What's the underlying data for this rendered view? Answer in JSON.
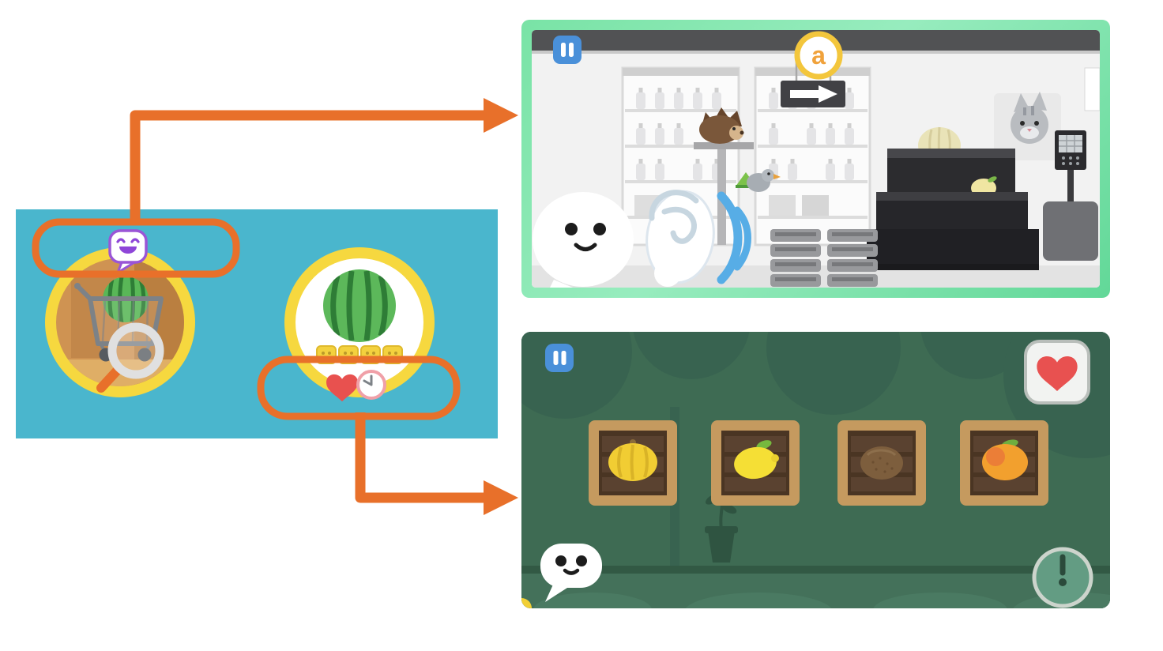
{
  "page": {
    "background_color": "#ffffff",
    "description": "Two round menu buttons linked by orange annotation arrows to screenshots of the game modes they open"
  },
  "annotation": {
    "color": "#e8702a",
    "top_link": {
      "from": "speech-bubble-badge",
      "to": "store-listening-game"
    },
    "bottom_link": {
      "from": "heart-and-clock-badges",
      "to": "garden-sorting-game"
    }
  },
  "menu_panel": {
    "background_color": "#4ab6cd",
    "ring_color": "#f6d83f",
    "buttons": [
      {
        "id": "store-mode-button",
        "icons": [
          "shopping-cart-icon",
          "watermelon-icon",
          "magnifier-icon"
        ],
        "badge": "speech-bubble-laugh-icon",
        "badge_color": "#8e46d8"
      },
      {
        "id": "challenge-mode-button",
        "icons": [
          "watermelon-icon",
          "mini-card-icons",
          "heart-icon",
          "clock-icon"
        ],
        "heart_color": "#e8514f"
      }
    ]
  },
  "store_game": {
    "frame_color": "#79e3a6",
    "pause_button": "pause-icon",
    "letter_badge": {
      "text": "a",
      "letter_color": "#f0a23c",
      "ring_color": "#f3c63c"
    },
    "direction_sign": "arrow-right-icon",
    "listen_hint": {
      "icons": [
        "ear-icon",
        "sound-waves-icon"
      ],
      "wave_color": "#57ade6"
    },
    "helper": "speech-bubble-character",
    "scenery": [
      "shelves-with-bottles",
      "hedgehog",
      "bird-with-melon-slice",
      "cat",
      "checkout-counter",
      "melon",
      "lemon",
      "basket-stacks",
      "cash-register"
    ]
  },
  "garden_game": {
    "background_color": "#3e6b53",
    "pause_button": "pause-icon",
    "lives": {
      "icon": "heart-icon",
      "color": "#e85150"
    },
    "crates": [
      {
        "id": "crate-1",
        "fruit": "yellow-squash"
      },
      {
        "id": "crate-2",
        "fruit": "lemon"
      },
      {
        "id": "crate-3",
        "fruit": "kiwi"
      },
      {
        "id": "crate-4",
        "fruit": "mango"
      }
    ],
    "timer": {
      "icon": "clock-icon",
      "color": "#649e85"
    },
    "helper": "speech-bubble-character"
  }
}
